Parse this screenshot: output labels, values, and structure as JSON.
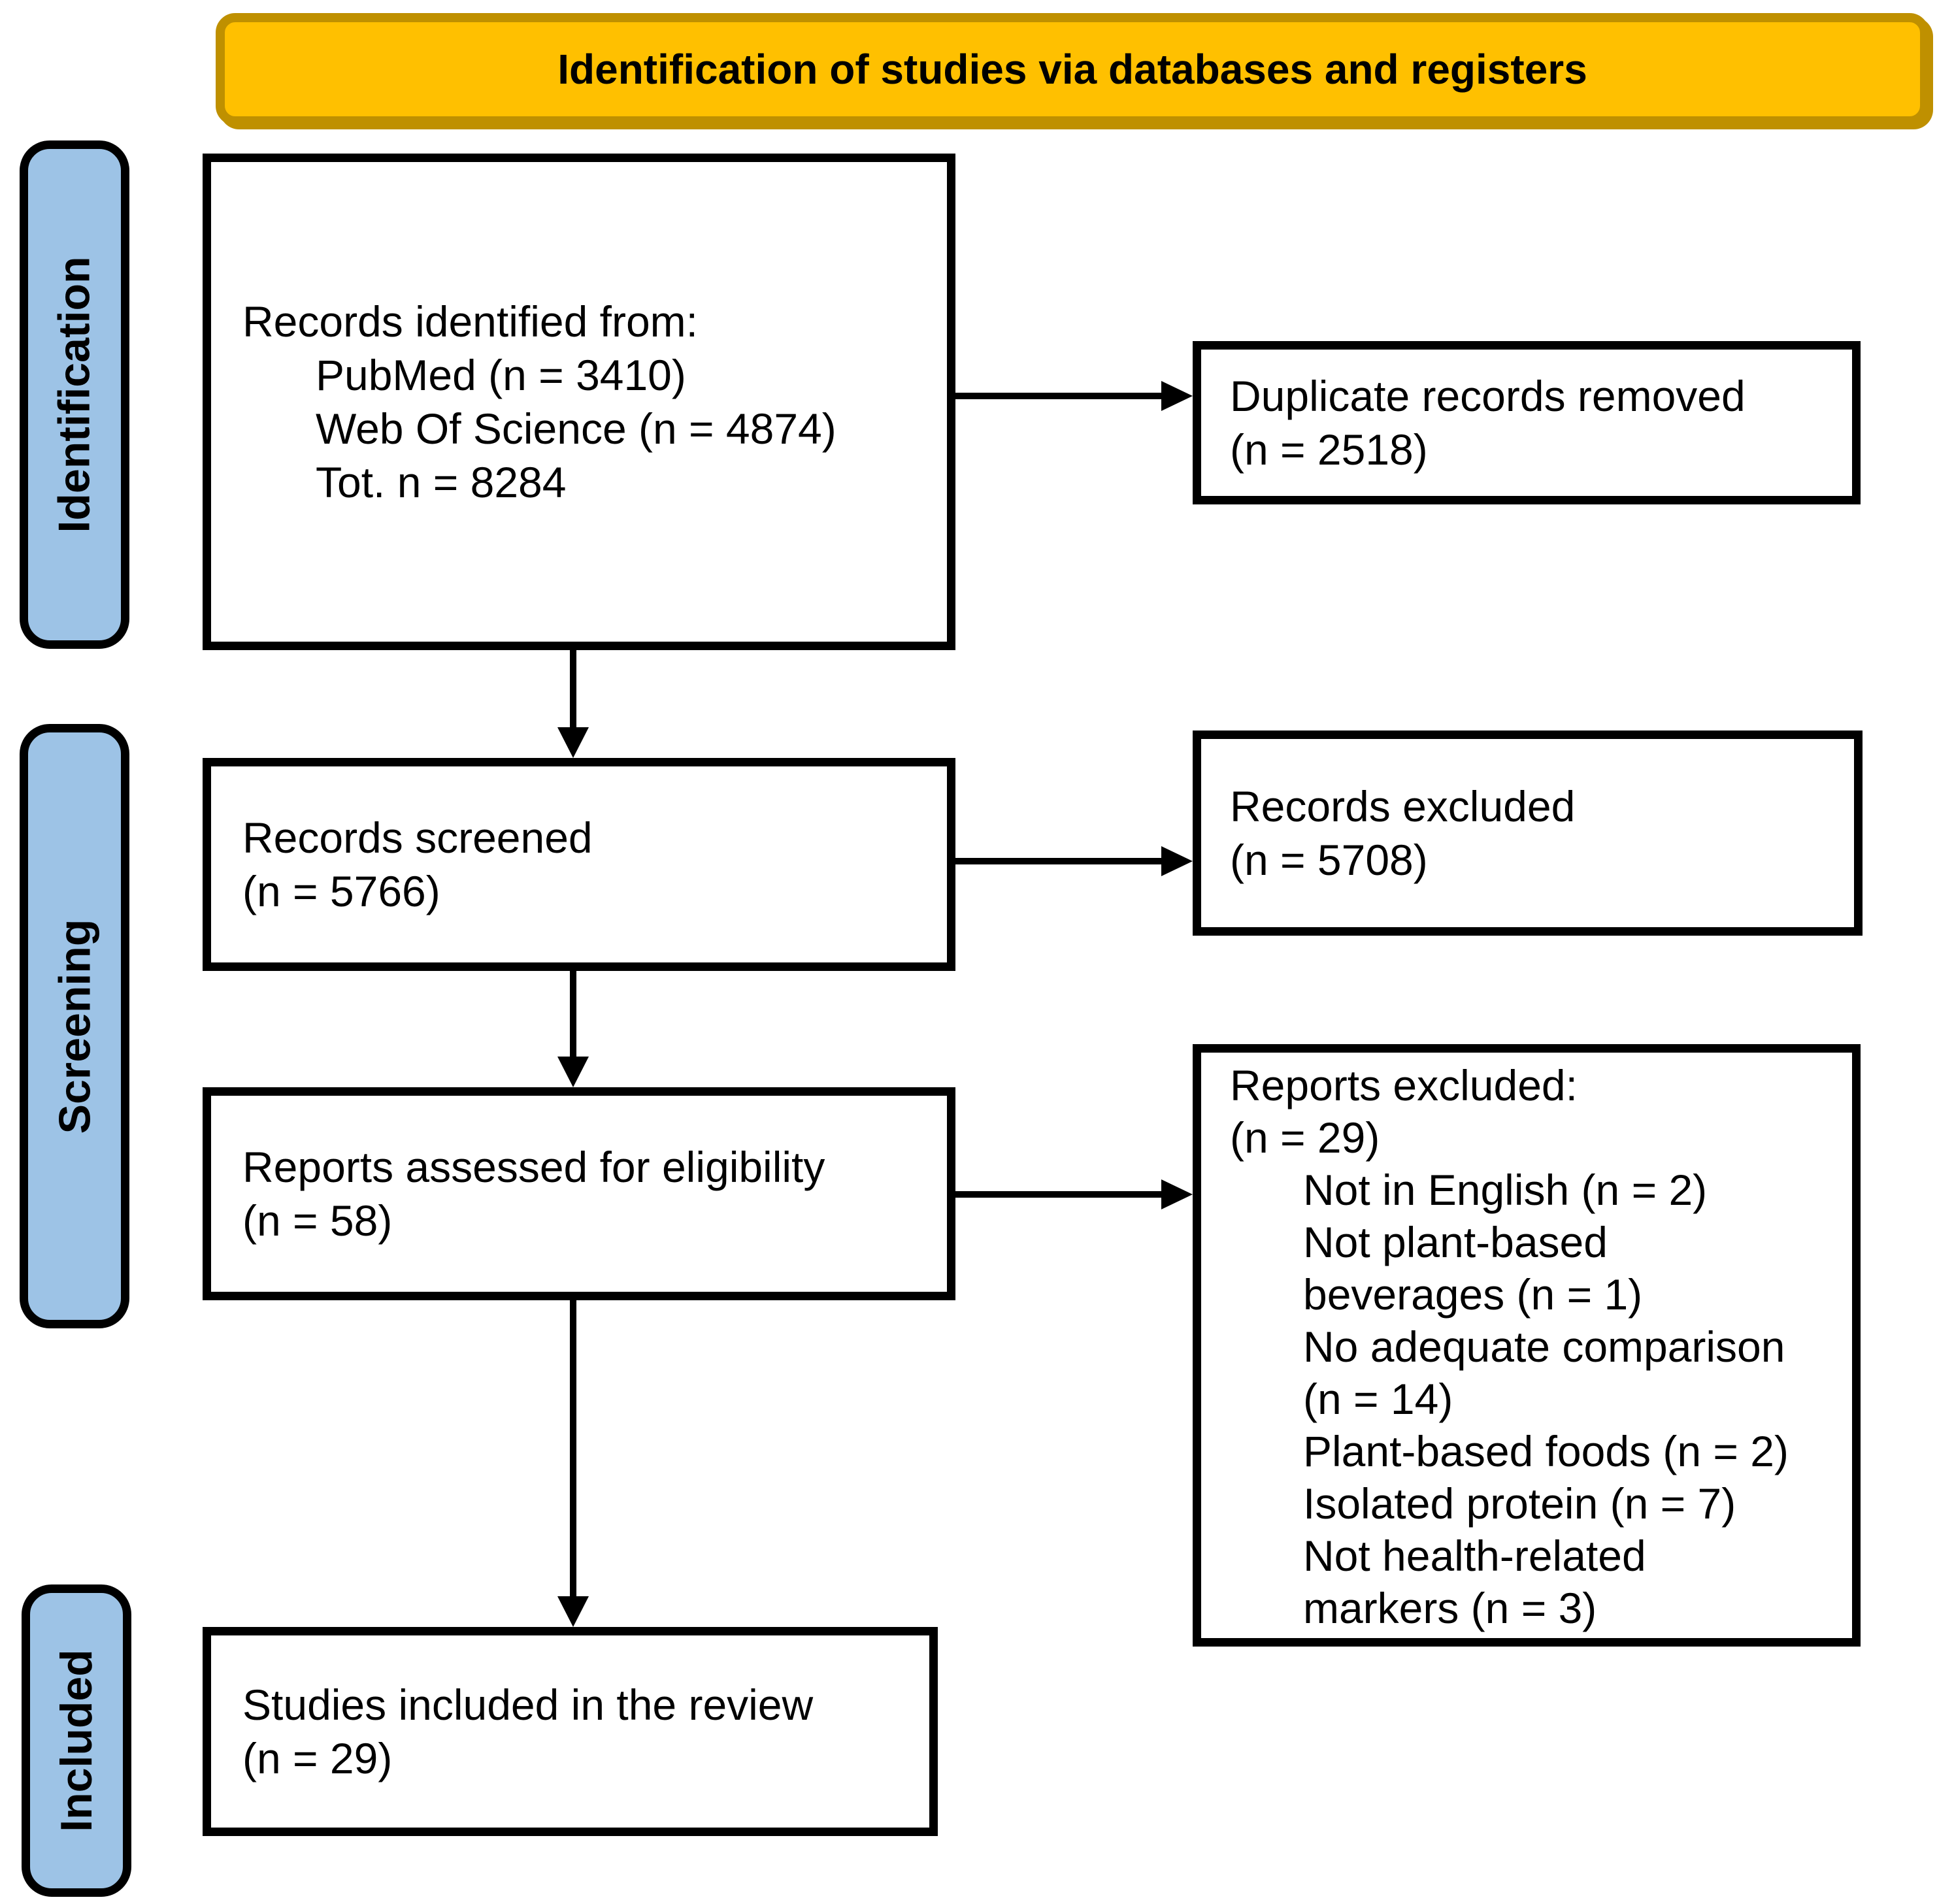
{
  "header": {
    "title": "Identification of studies via databases and registers"
  },
  "stages": [
    {
      "label": "Identification"
    },
    {
      "label": "Screening"
    },
    {
      "label": "Included"
    }
  ],
  "main_boxes": {
    "identified": {
      "intro": "Records identified from:",
      "items": [
        "PubMed (n = 3410)",
        "Web Of Science (n = 4874)",
        "Tot. n = 8284"
      ]
    },
    "screened": {
      "line1": "Records screened",
      "line2": "(n = 5766)"
    },
    "assessed": {
      "line1": "Reports assessed for eligibility",
      "line2": "(n = 58)"
    },
    "included": {
      "line1": "Studies included in the review",
      "line2": "(n = 29)"
    }
  },
  "side_boxes": {
    "duplicates": {
      "line1": "Duplicate records removed",
      "line2": "(n = 2518)"
    },
    "excluded_records": {
      "line1": "Records excluded",
      "line2": "(n = 5708)"
    },
    "excluded_reports": {
      "header_line1": "Reports excluded:",
      "header_line2": "(n = 29)",
      "items": [
        "Not in English (n = 2)",
        "Not plant-based\nbeverages (n = 1)",
        "No adequate comparison\n(n = 14)",
        "Plant-based foods (n = 2)",
        "Isolated protein (n = 7)",
        "Not health-related\nmarkers (n = 3)"
      ]
    }
  },
  "colors": {
    "band_fill": "#FFC000",
    "band_border": "#BF9000",
    "stage_fill": "#9DC3E6",
    "stage_border": "#000000",
    "box_border": "#000000",
    "arrow": "#000000"
  }
}
